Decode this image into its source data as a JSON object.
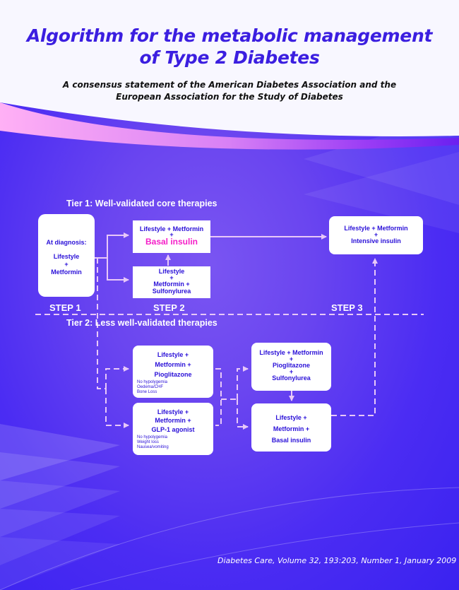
{
  "header": {
    "title_line1": "Algorithm for the metabolic management",
    "title_line2": "of Type 2 Diabetes",
    "subtitle_line1": "A consensus statement of the American Diabetes Association and the",
    "subtitle_line2": "European Association for the Study of Diabetes"
  },
  "colors": {
    "title": "#3b1ee0",
    "background": "#4b2cf3",
    "box_text": "#2a10d8",
    "highlight": "#f41fc8",
    "connector": "#e8c8f8"
  },
  "tiers": {
    "tier1": "Tier 1: Well-validated core therapies",
    "tier2": "Tier 2: Less well-validated therapies"
  },
  "steps": [
    "STEP 1",
    "STEP 2",
    "STEP 3"
  ],
  "boxes": {
    "diagnosis": {
      "line1": "At diagnosis:",
      "line2": "Lifestyle",
      "line3": "+",
      "line4": "Metformin"
    },
    "basal": {
      "line1": "Lifestyle  +  Metformin",
      "line2": "+",
      "line3": "Basal insulin"
    },
    "sulfonylurea": {
      "line1": "Lifestyle",
      "line2": "+",
      "line3": "Metformin +",
      "line4": "Sulfonylurea"
    },
    "intensive": {
      "line1": "Lifestyle + Metformin",
      "line2": "+",
      "line3": "Intensive insulin"
    },
    "pioglitazone": {
      "line1": "Lifestyle +",
      "line2": "Metformin +",
      "line3": "Pioglitazone",
      "notes": [
        "No hypolygemia",
        "Oedema/CHF",
        "Bone Loss"
      ]
    },
    "glp1": {
      "line1": "Lifestyle +",
      "line2": "Metformin +",
      "line3": "GLP-1 agonist",
      "notes": [
        "No hypolygemia",
        "Weight loss",
        "Nausea/vomiting"
      ]
    },
    "pio_su": {
      "line1": "Lifestyle + Metformin",
      "line2": "+",
      "line3": "Pioglitazone",
      "line4": "+",
      "line5": "Sulfonylurea"
    },
    "basal2": {
      "line1": "Lifestyle +",
      "line2": "Metformin +",
      "line3": "Basal insulin"
    }
  },
  "citation": "Diabetes Care, Volume 32, 193:203, Number 1, January 2009"
}
